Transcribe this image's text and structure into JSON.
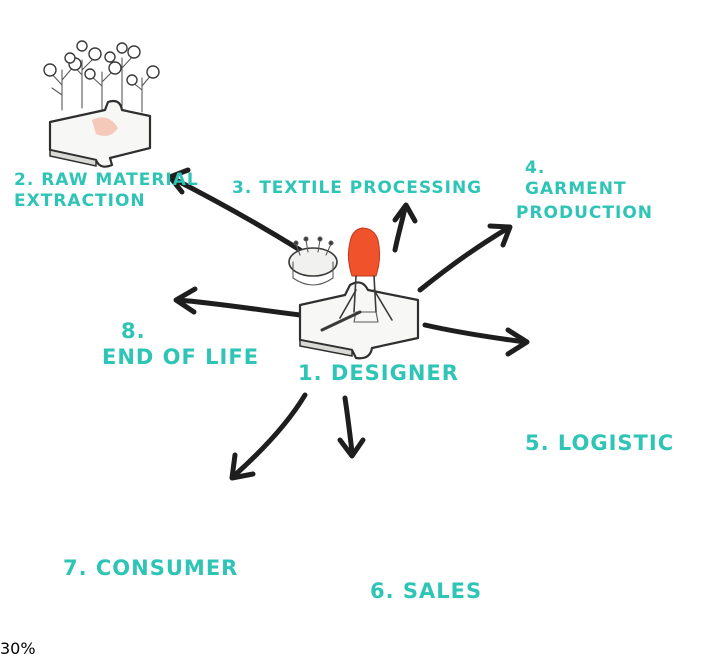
{
  "diagram": {
    "center": {
      "label": "1. DESIGNER"
    },
    "stages": [
      {
        "id": "raw",
        "label_line1": "2. RAW MATERIAL",
        "label_line2": "EXTRACTION"
      },
      {
        "id": "textile",
        "label": "3. TEXTILE PROCESSING"
      },
      {
        "id": "garment",
        "label_line1": "4.",
        "label_line2": "GARMENT",
        "label_line3": "PRODUCTION"
      },
      {
        "id": "logistic",
        "label": "5. LOGISTIC"
      },
      {
        "id": "sales",
        "label": "6. SALES"
      },
      {
        "id": "consumer",
        "label": "7. CONSUMER",
        "tag_text": "30%"
      },
      {
        "id": "eol",
        "label_line1": "8.",
        "label_line2": "END OF LIFE"
      }
    ],
    "colors": {
      "label": "#2ec4b6",
      "accent": "#f4b9a6",
      "hair": "#f0522b",
      "arrow": "#1e1e1e"
    }
  }
}
